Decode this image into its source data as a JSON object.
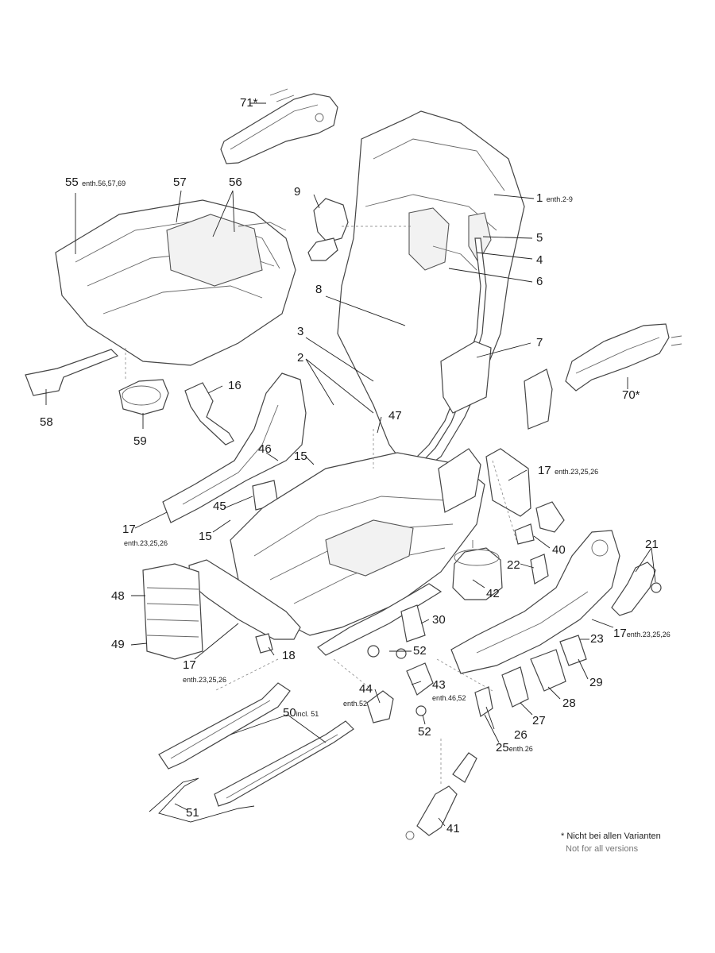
{
  "callouts": {
    "c1": {
      "num": "1",
      "sub": "enth.2-9"
    },
    "c2": {
      "num": "2",
      "sub": ""
    },
    "c3": {
      "num": "3",
      "sub": ""
    },
    "c4": {
      "num": "4",
      "sub": ""
    },
    "c5": {
      "num": "5",
      "sub": ""
    },
    "c6": {
      "num": "6",
      "sub": ""
    },
    "c7": {
      "num": "7",
      "sub": ""
    },
    "c8": {
      "num": "8",
      "sub": ""
    },
    "c9": {
      "num": "9",
      "sub": ""
    },
    "c15a": {
      "num": "15",
      "sub": ""
    },
    "c15b": {
      "num": "15",
      "sub": ""
    },
    "c16": {
      "num": "16",
      "sub": ""
    },
    "c17a": {
      "num": "17",
      "sub": "enth.23,25,26"
    },
    "c17b": {
      "num": "17",
      "sub": "enth.23,25,26"
    },
    "c17c": {
      "num": "17",
      "sub": "enth.23,25,26"
    },
    "c17d": {
      "num": "17",
      "sub": "enth.23,25,26"
    },
    "c18": {
      "num": "18",
      "sub": ""
    },
    "c21": {
      "num": "21",
      "sub": ""
    },
    "c22": {
      "num": "22",
      "sub": ""
    },
    "c23": {
      "num": "23",
      "sub": ""
    },
    "c25": {
      "num": "25",
      "sub": "enth.26"
    },
    "c26": {
      "num": "26",
      "sub": ""
    },
    "c27": {
      "num": "27",
      "sub": ""
    },
    "c28": {
      "num": "28",
      "sub": ""
    },
    "c29": {
      "num": "29",
      "sub": ""
    },
    "c30": {
      "num": "30",
      "sub": ""
    },
    "c40": {
      "num": "40",
      "sub": ""
    },
    "c41": {
      "num": "41",
      "sub": ""
    },
    "c42": {
      "num": "42",
      "sub": ""
    },
    "c43": {
      "num": "43",
      "sub": "enth.46,52"
    },
    "c44": {
      "num": "44",
      "sub": "enth.52"
    },
    "c45": {
      "num": "45",
      "sub": ""
    },
    "c46": {
      "num": "46",
      "sub": ""
    },
    "c47": {
      "num": "47",
      "sub": ""
    },
    "c48": {
      "num": "48",
      "sub": ""
    },
    "c49": {
      "num": "49",
      "sub": ""
    },
    "c50": {
      "num": "50",
      "sub": "incl. 51"
    },
    "c51": {
      "num": "51",
      "sub": ""
    },
    "c52a": {
      "num": "52",
      "sub": ""
    },
    "c52b": {
      "num": "52",
      "sub": ""
    },
    "c55": {
      "num": "55",
      "sub": "enth.56,57,69"
    },
    "c56": {
      "num": "56",
      "sub": ""
    },
    "c57": {
      "num": "57",
      "sub": ""
    },
    "c58": {
      "num": "58",
      "sub": ""
    },
    "c59": {
      "num": "59",
      "sub": ""
    },
    "c70": {
      "num": "70*",
      "sub": ""
    },
    "c71": {
      "num": "71*",
      "sub": ""
    }
  },
  "footnote": {
    "de": "* Nicht bei allen Varianten",
    "en": "Not for all versions"
  }
}
